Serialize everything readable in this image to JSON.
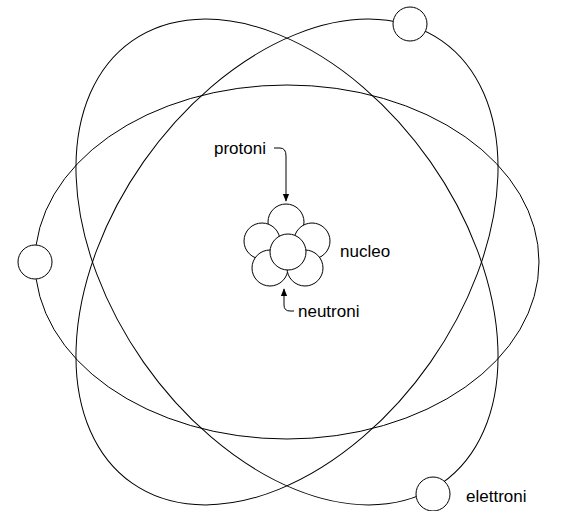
{
  "diagram": {
    "labels": [
      "protoni",
      "nucleo",
      "neutroni",
      "elettroni"
    ]
  }
}
